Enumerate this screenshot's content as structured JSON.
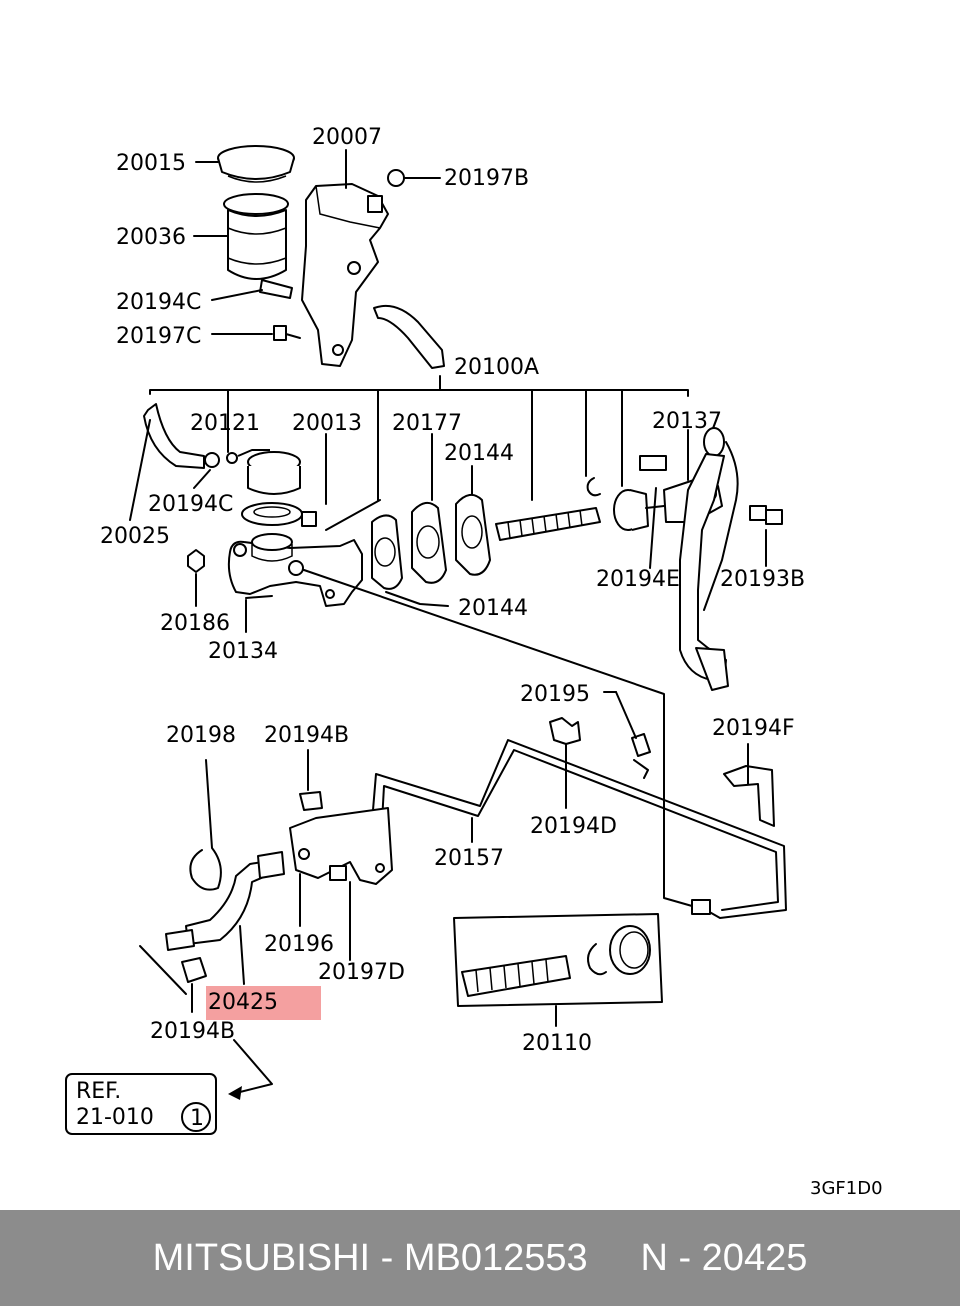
{
  "labels": {
    "p20015": "20015",
    "p20007": "20007",
    "p20197B": "20197B",
    "p20036": "20036",
    "p20194C_a": "20194C",
    "p20197C": "20197C",
    "p20100A": "20100A",
    "p20121": "20121",
    "p20013": "20013",
    "p20177": "20177",
    "p20144_a": "20144",
    "p20137": "20137",
    "p20194C_b": "20194C",
    "p20025": "20025",
    "p20144_b": "20144",
    "p20194E": "20194E",
    "p20193B": "20193B",
    "p20186": "20186",
    "p20134": "20134",
    "p20195": "20195",
    "p20198": "20198",
    "p20194B_a": "20194B",
    "p20194F": "20194F",
    "p20194D": "20194D",
    "p20157": "20157",
    "p20196": "20196",
    "p20197D": "20197D",
    "p20425": "20425",
    "p20194B_b": "20194B",
    "p20110": "20110",
    "ref_line1": "REF.",
    "ref_line2": "21-010",
    "ref_circle": "1",
    "code": "3GF1D0"
  },
  "footer": {
    "text": "MITSUBISHI - MB012553     N - 20425"
  },
  "colors": {
    "highlight": "#f4a0a0",
    "footer_bg": "#8c8c8c"
  }
}
